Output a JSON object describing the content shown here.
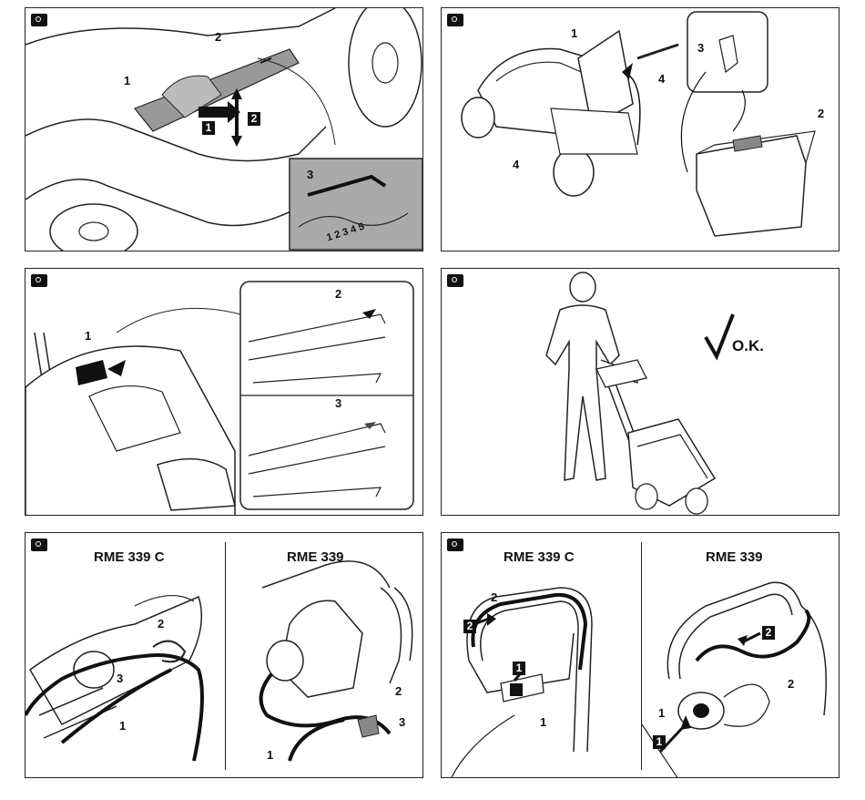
{
  "panels": {
    "p1": {
      "callout_1": "1",
      "callout_2": "2",
      "callout_3": "3",
      "step_1": "1",
      "step_2": "2",
      "scale": "1 2 3 4 5"
    },
    "p2": {
      "callout_1": "1",
      "callout_2": "2",
      "callout_3": "3",
      "callout_4a": "4",
      "callout_4b": "4"
    },
    "p3": {
      "callout_1": "1",
      "callout_2": "2",
      "callout_3": "3"
    },
    "p4": {
      "ok_label": "O.K."
    },
    "p5": {
      "title_left": "RME 339 C",
      "title_right": "RME 339",
      "callout_2": "2",
      "callout_3a": "3",
      "callout_1a": "1",
      "callout_1b": "1",
      "callout_2b": "2",
      "callout_3b": "3"
    },
    "p6": {
      "title_left": "RME 339 C",
      "title_right": "RME 339",
      "callout_2a": "2",
      "step_2a": "2",
      "step_1a": "1",
      "callout_1a": "1",
      "step_2b": "2",
      "callout_2b": "2",
      "callout_1b": "1",
      "step_1b": "1"
    }
  }
}
